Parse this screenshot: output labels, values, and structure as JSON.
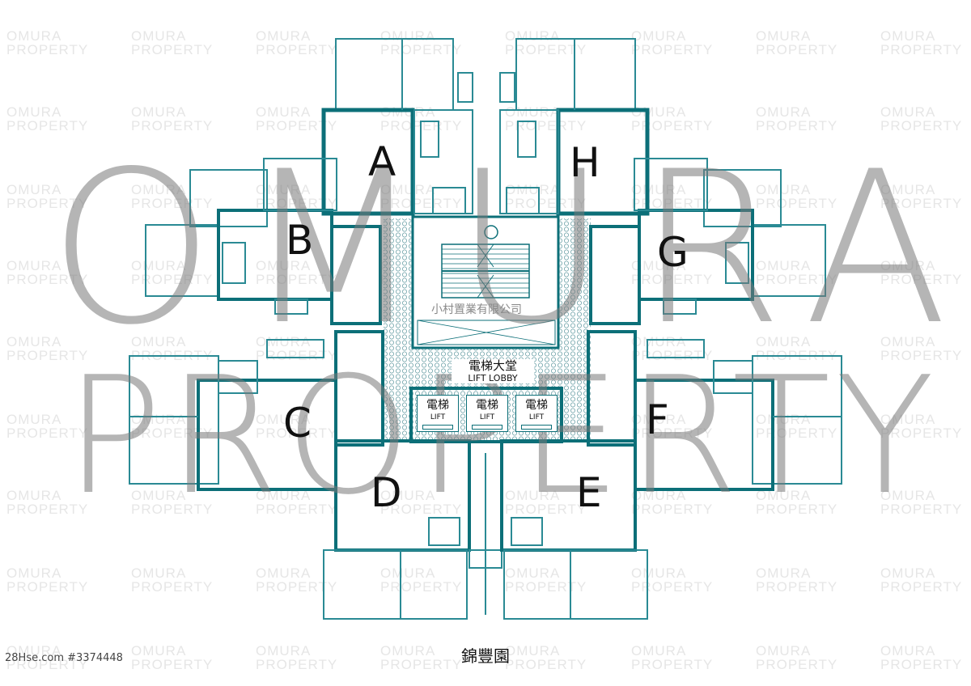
{
  "watermark": {
    "tile_line1": "OMURA",
    "tile_line2": "PROPERTY",
    "big_line1": "OMURA",
    "big_line2": "PROPERTY"
  },
  "units": [
    "A",
    "B",
    "C",
    "D",
    "E",
    "F",
    "G",
    "H"
  ],
  "core": {
    "company": "小村置業有限公司",
    "lobby_zh": "電梯大堂",
    "lobby_en": "LIFT LOBBY",
    "lifts": [
      {
        "zh": "電梯",
        "en": "LIFT"
      },
      {
        "zh": "電梯",
        "en": "LIFT"
      },
      {
        "zh": "電梯",
        "en": "LIFT"
      }
    ]
  },
  "estate_name": "錦豐園",
  "listing_id": "28Hse.com #3374448",
  "colors": {
    "wall": "#0c6f78",
    "line": "#2a8a94"
  }
}
